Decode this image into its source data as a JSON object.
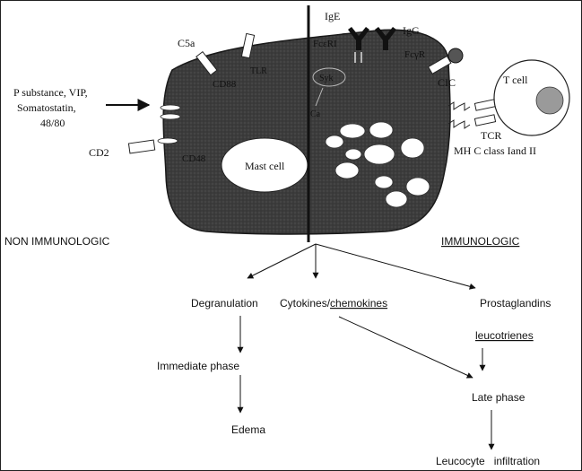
{
  "cell": {
    "receptors": {
      "c5a": "C5a",
      "cd88": "CD88",
      "tlr": "TLR",
      "cd48": "CD48",
      "cd2": "CD2",
      "fceri": "FcεRI",
      "fcgr": "FcγR",
      "ige": "IgE",
      "igg": "IgG",
      "cic": "CIC",
      "tcr": "TCR",
      "mhc": "MH C class Iand II"
    },
    "stimuli": {
      "line1": "P substance, VIP,",
      "line2": "Somatostatin,",
      "line3": "48/80"
    },
    "mast_cell": "Mast cell",
    "signal_syk": "Syk",
    "signal_ca": "Ca",
    "t_cell": "T cell"
  },
  "sides": {
    "left": "NON IMMUNOLOGIC",
    "right": "IMMUNOLOGIC"
  },
  "outcomes": {
    "degranulation": "Degranulation",
    "cytokines_a": "Cytokines/",
    "cytokines_b": "chemokines",
    "prostaglandins": "Prostaglandins",
    "leucotrienes": "leucotrienes",
    "immediate_phase": "Immediate phase",
    "late_phase": "Late phase",
    "edema": "Edema",
    "leucocyte_a": "Leucocyte",
    "leucocyte_b": "infiltration"
  }
}
